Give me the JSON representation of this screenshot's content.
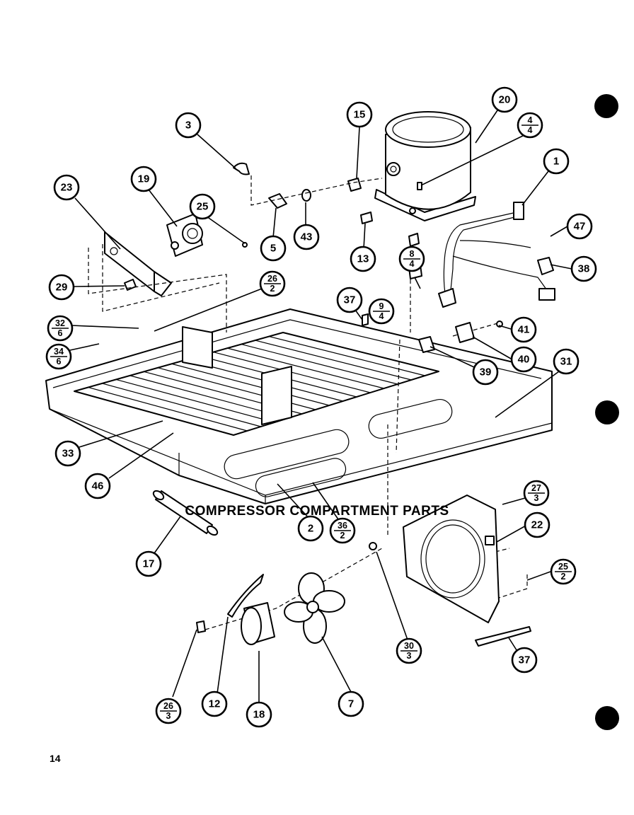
{
  "title": "COMPRESSOR COMPARTMENT PARTS",
  "page_number": "14",
  "callouts": [
    {
      "id": "c1",
      "top": "1"
    },
    {
      "id": "c2",
      "top": "2"
    },
    {
      "id": "c3",
      "top": "3"
    },
    {
      "id": "c4",
      "top": "4",
      "bottom": "4"
    },
    {
      "id": "c5",
      "top": "5"
    },
    {
      "id": "c7",
      "top": "7"
    },
    {
      "id": "c8",
      "top": "8",
      "bottom": "4"
    },
    {
      "id": "c9",
      "top": "9",
      "bottom": "4"
    },
    {
      "id": "c12",
      "top": "12"
    },
    {
      "id": "c13",
      "top": "13"
    },
    {
      "id": "c15",
      "top": "15"
    },
    {
      "id": "c17",
      "top": "17"
    },
    {
      "id": "c18",
      "top": "18"
    },
    {
      "id": "c19",
      "top": "19"
    },
    {
      "id": "c20",
      "top": "20"
    },
    {
      "id": "c22",
      "top": "22"
    },
    {
      "id": "c23",
      "top": "23"
    },
    {
      "id": "c25a",
      "top": "25"
    },
    {
      "id": "c25b",
      "top": "25",
      "bottom": "2"
    },
    {
      "id": "c26a",
      "top": "26",
      "bottom": "2"
    },
    {
      "id": "c26b",
      "top": "26",
      "bottom": "3"
    },
    {
      "id": "c27",
      "top": "27",
      "bottom": "3"
    },
    {
      "id": "c29",
      "top": "29"
    },
    {
      "id": "c30",
      "top": "30",
      "bottom": "3"
    },
    {
      "id": "c31",
      "top": "31"
    },
    {
      "id": "c32",
      "top": "32",
      "bottom": "6"
    },
    {
      "id": "c33",
      "top": "33"
    },
    {
      "id": "c34",
      "top": "34",
      "bottom": "6"
    },
    {
      "id": "c36",
      "top": "36",
      "bottom": "2"
    },
    {
      "id": "c37a",
      "top": "37"
    },
    {
      "id": "c37b",
      "top": "37"
    },
    {
      "id": "c38",
      "top": "38"
    },
    {
      "id": "c39",
      "top": "39"
    },
    {
      "id": "c40",
      "top": "40"
    },
    {
      "id": "c41",
      "top": "41"
    },
    {
      "id": "c43",
      "top": "43"
    },
    {
      "id": "c46",
      "top": "46"
    },
    {
      "id": "c47",
      "top": "47"
    }
  ]
}
